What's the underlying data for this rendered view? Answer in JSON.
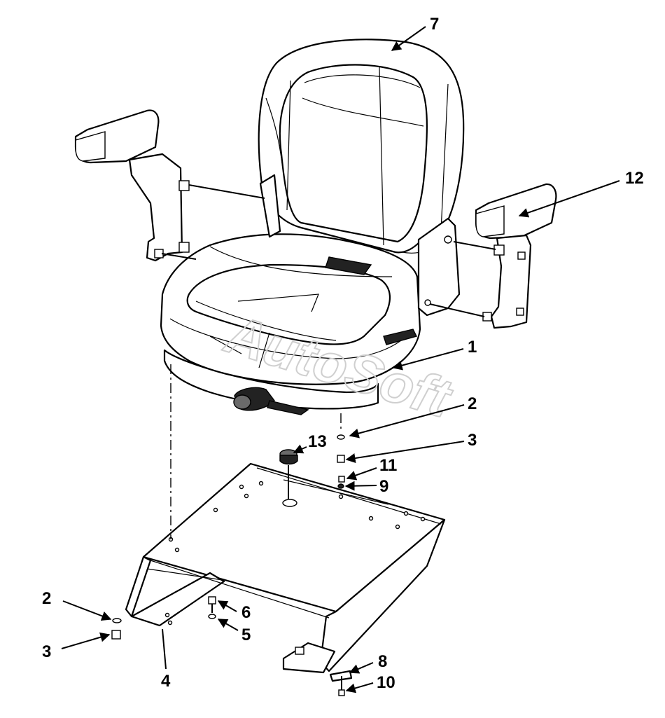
{
  "watermark": "AutoSoft",
  "callouts": {
    "c1": "1",
    "c2a": "2",
    "c3a": "3",
    "c4": "4",
    "c5": "5",
    "c6": "6",
    "c7": "7",
    "c8": "8",
    "c9": "9",
    "c10": "10",
    "c11": "11",
    "c12": "12",
    "c13": "13",
    "c2b": "2",
    "c3b": "3"
  },
  "colors": {
    "line": "#000000",
    "watermark": "#cfcfcf",
    "background": "#ffffff"
  }
}
